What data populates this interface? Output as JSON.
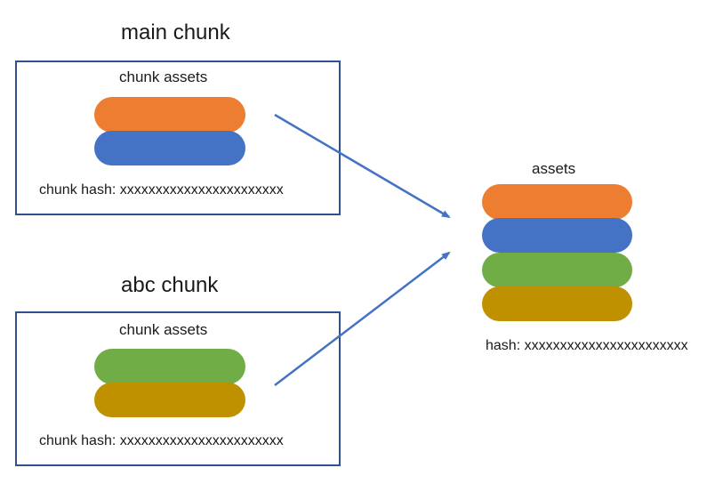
{
  "main_chunk": {
    "title": "main chunk",
    "assets_label": "chunk assets",
    "hash_label": "chunk hash: xxxxxxxxxxxxxxxxxxxxxxx",
    "asset_colors": [
      "#ed7d31",
      "#4472c4"
    ]
  },
  "abc_chunk": {
    "title": "abc chunk",
    "assets_label": "chunk assets",
    "hash_label": "chunk hash: xxxxxxxxxxxxxxxxxxxxxxx",
    "asset_colors": [
      "#70ad47",
      "#bf9000"
    ]
  },
  "output": {
    "assets_label": "assets",
    "hash_label": "hash: xxxxxxxxxxxxxxxxxxxxxxx",
    "asset_colors": [
      "#ed7d31",
      "#4472c4",
      "#70ad47",
      "#bf9000"
    ]
  },
  "colors": {
    "box_border": "#2f528f",
    "arrow": "#4472c4"
  }
}
